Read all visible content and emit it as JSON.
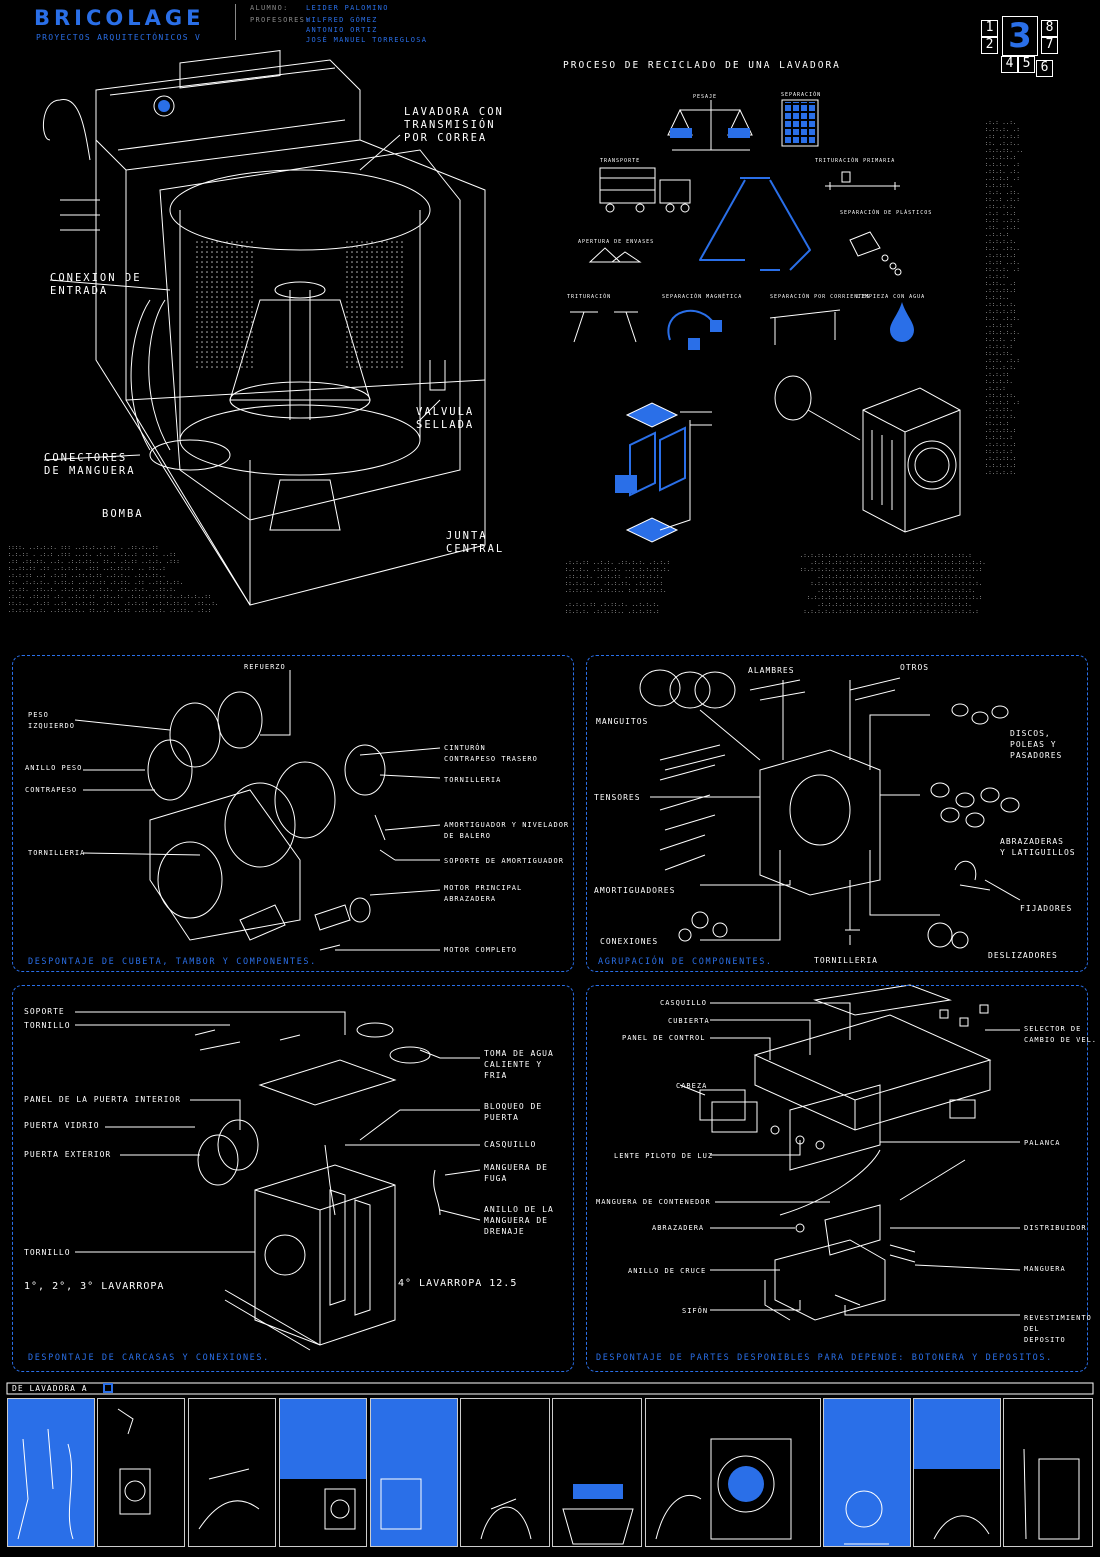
{
  "header": {
    "brand": "BRICOLAGE",
    "course": "PROYECTOS ARQUITECTÓNICOS V",
    "author_label": "ALUMNO:",
    "author": "LEIDER PALOMINO",
    "teacher_label": "PROFESORES:",
    "teachers": [
      "WILFRED GÓMEZ",
      "ANTONIO ORTIZ",
      "JOSÉ MANUEL TORREGLOSA"
    ],
    "sheet_big": "3",
    "sheet_numbers": [
      "1",
      "2",
      "8",
      "7",
      "4",
      "5",
      "6"
    ]
  },
  "top_left": {
    "labels": [
      "LAVADORA CON\nTRANSMISIÓN\nPOR CORREA",
      "CONEXION DE\nENTRADA",
      "VALVULA\nSELLADA",
      "CONECTORES\nDE MANGUERA",
      "BOMBA",
      "JUNTA\nCENTRAL"
    ]
  },
  "process": {
    "title": "PROCESO DE RECICLADO DE UNA LAVADORA",
    "step_labels": [
      "PESAJE",
      "SEPARACIÓN",
      "TRANSPORTE",
      "TRITURACIÓN PRIMARIA",
      "APERTURA DE ENVASES",
      "SEPARACIÓN DE PLÁSTICOS",
      "TRITURACIÓN",
      "SEPARACIÓN MAGNÉTICA",
      "SEPARACIÓN POR CORRIENTES",
      "LIMPIEZA CON AGUA"
    ]
  },
  "panel1": {
    "labels": [
      "REFUERZO",
      "PESO\nIZQUIERDO",
      "ANILLO PESO",
      "CONTRAPESO",
      "TORNILLERIA",
      "CINTURÓN\nCONTRAPESO TRASERO",
      "TORNILLERIA",
      "AMORTIGUADOR Y NIVELADOR\nDE BALERO",
      "SOPORTE DE AMORTIGUADOR",
      "MOTOR PRINCIPAL\nABRAZADERA",
      "MOTOR COMPLETO"
    ],
    "caption": "DESPONTAJE DE CUBETA, TAMBOR Y COMPONENTES."
  },
  "panel2": {
    "labels": [
      "ALAMBRES",
      "OTROS",
      "MANGUITOS",
      "DISCOS,\nPOLEAS Y\nPASADORES",
      "TENSORES",
      "ABRAZADERAS\nY LATIGUILLOS",
      "AMORTIGUADORES",
      "FIJADORES",
      "CONEXIONES",
      "TORNILLERIA",
      "DESLIZADORES"
    ],
    "caption": "AGRUPACIÓN DE COMPONENTES."
  },
  "panel3": {
    "labels": [
      "SOPORTE",
      "TORNILLO",
      "TOMA DE AGUA\nCALIENTE Y\nFRIA",
      "PANEL DE LA PUERTA INTERIOR",
      "BLOQUEO DE\nPUERTA",
      "PUERTA VIDRIO",
      "CASQUILLO",
      "PUERTA EXTERIOR",
      "MANGUERA DE\nFUGA",
      "ANILLO DE LA\nMANGUERA DE\nDRENAJE",
      "TORNILLO",
      "1°, 2°, 3° LAVARROPA",
      "4° LAVARROPA 12.5"
    ],
    "caption": "DESPONTAJE DE CARCASAS Y CONEXIONES."
  },
  "panel4": {
    "labels": [
      "CASQUILLO",
      "CUBIERTA",
      "PANEL DE CONTROL",
      "SELECTOR DE\nCAMBIO DE VEL.",
      "CABEZA",
      "PALANCA",
      "LENTE PILOTO DE LUZ",
      "MANGUERA DE CONTENEDOR",
      "ABRAZADERA",
      "DISTRIBUIDOR",
      "ANILLO DE CRUCE",
      "MANGUERA",
      "SIFÓN",
      "REVESTIMIENTO\nDEL\nDEPOSITO"
    ],
    "caption": "DESPONTAJE DE PARTES DESPONIBLES PARA DEPENDE: BOTONERA Y DEPOSITOS."
  },
  "strip": {
    "title": "DE LAVADORA A"
  },
  "colors": {
    "accent": "#2a6fe8",
    "background": "#000000",
    "line": "#ffffff"
  }
}
